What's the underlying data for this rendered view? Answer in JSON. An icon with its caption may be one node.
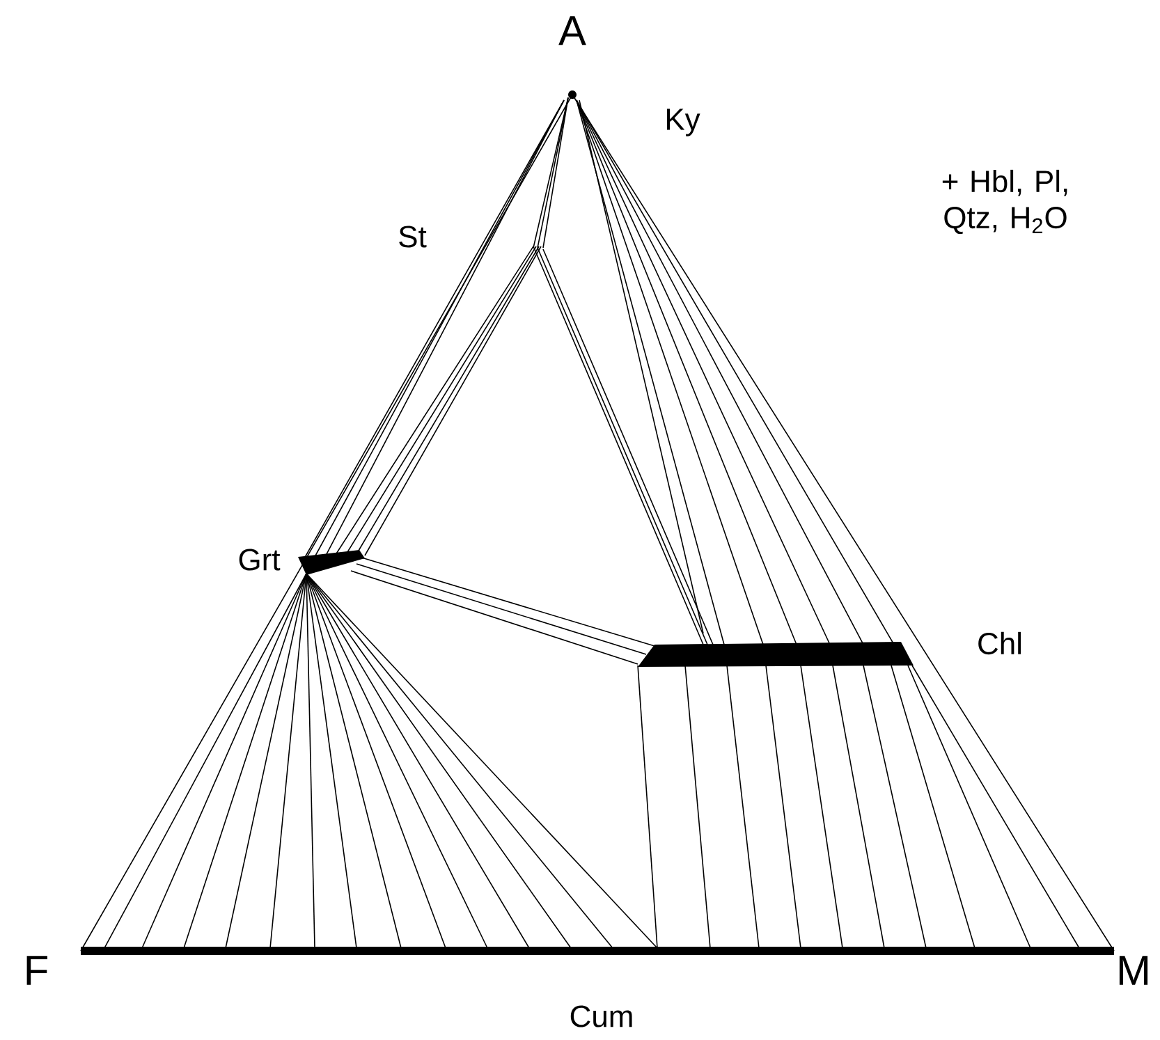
{
  "diagram": {
    "labels": [
      "A",
      "Ky",
      "+ Hbl, Pl, Qtz, H$_{2}$O",
      "St",
      "Grt",
      "Chl",
      "F",
      "M",
      "Cum"
    ]
  }
}
